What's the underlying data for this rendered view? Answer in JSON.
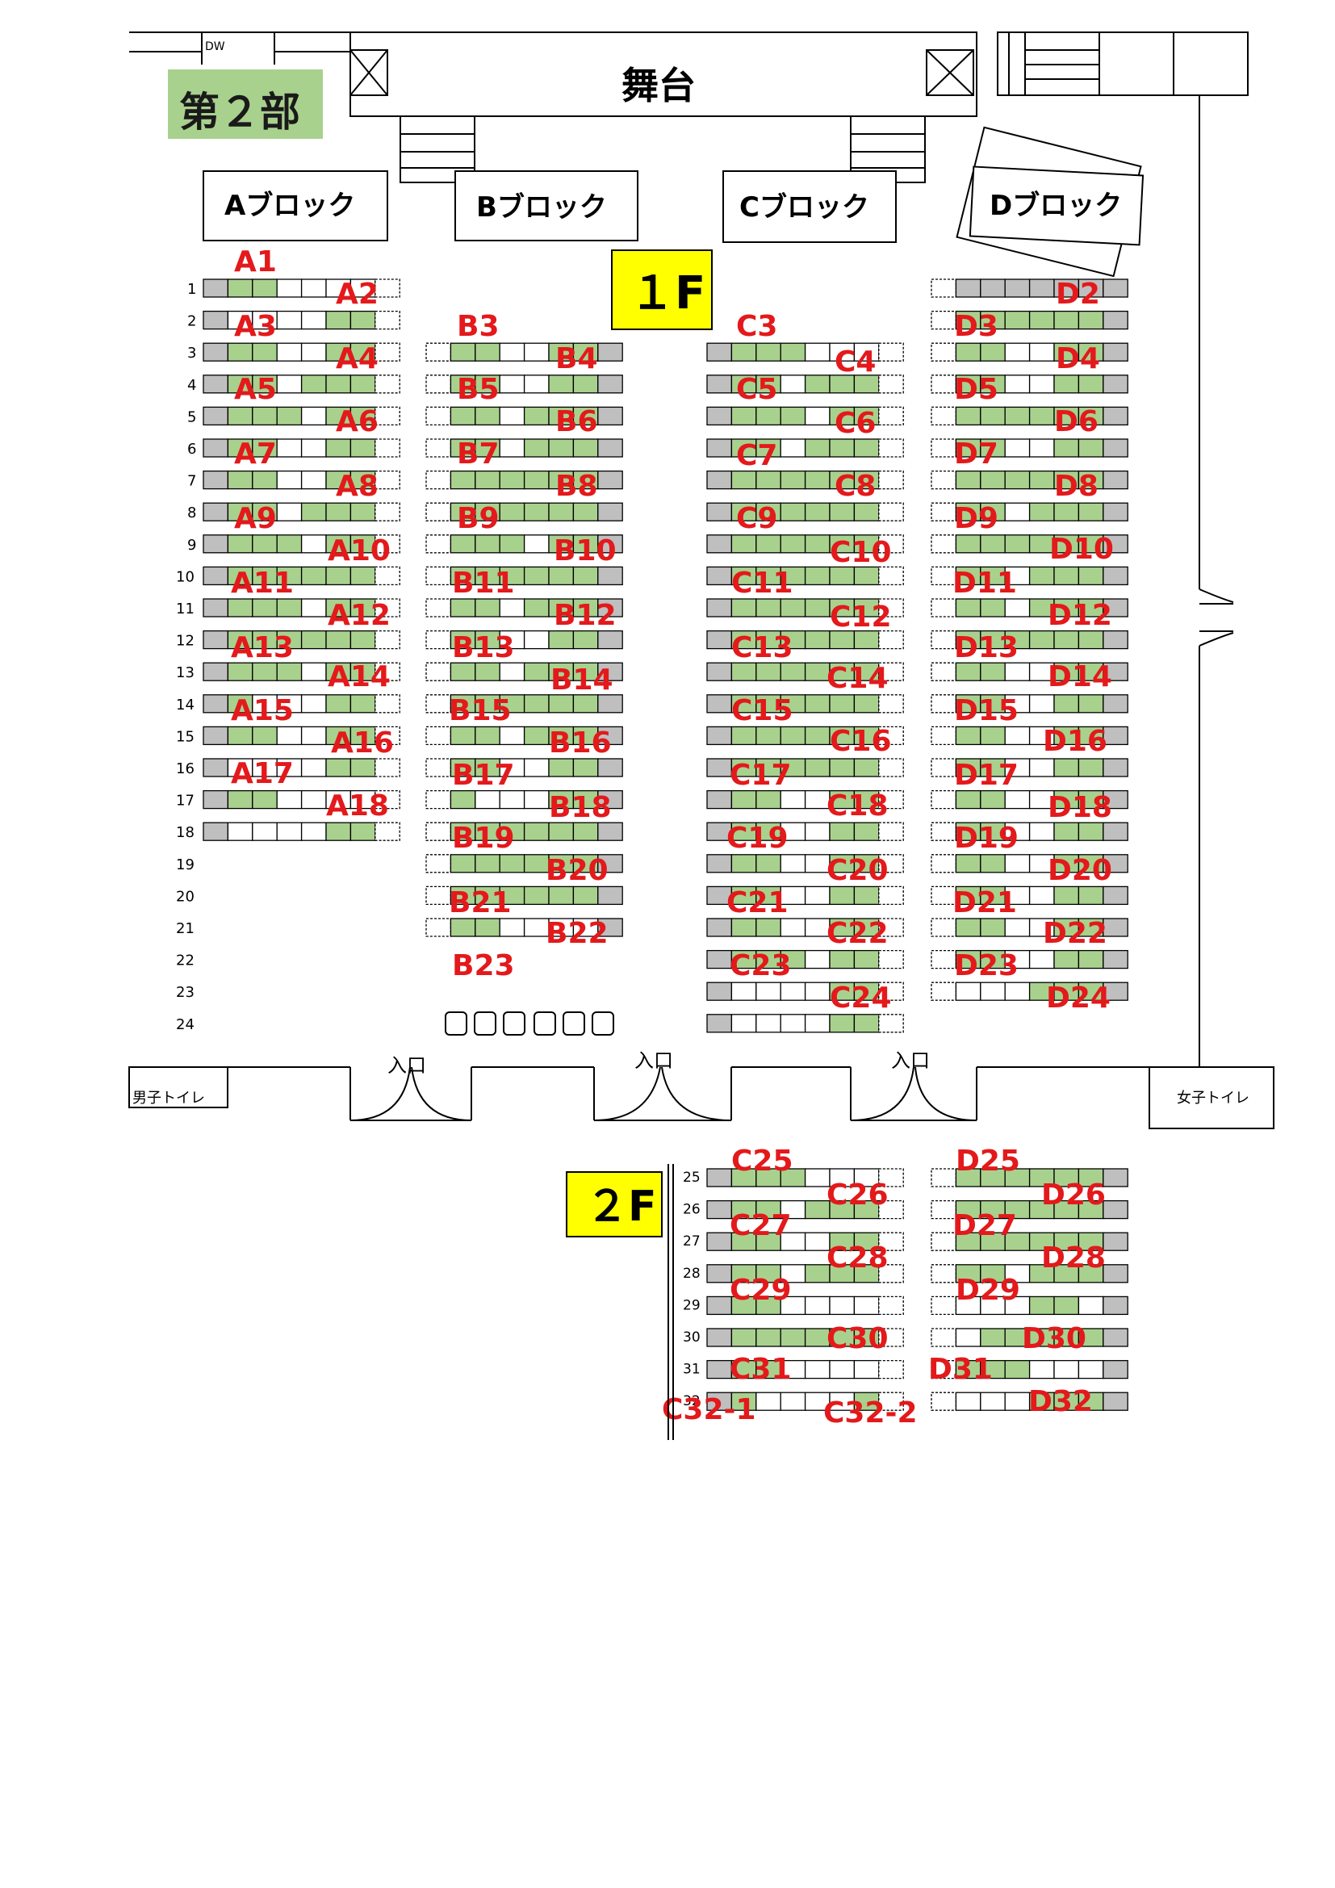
{
  "part_label": "第２部",
  "stage_label": "舞台",
  "dw_label": "DW",
  "block_labels": [
    "Aブロック",
    "Bブロック",
    "Cブロック",
    "Dブロック"
  ],
  "floor_labels": {
    "f1": "１F",
    "f2": "２F"
  },
  "entrance_label": "入口",
  "toilet_men": "男子トイレ",
  "toilet_women": "女子トイレ",
  "row_numbers_1f": [
    "1",
    "2",
    "3",
    "4",
    "5",
    "6",
    "7",
    "8",
    "9",
    "10",
    "11",
    "12",
    "13",
    "14",
    "15",
    "16",
    "17",
    "18",
    "19",
    "20",
    "21",
    "22",
    "23",
    "24"
  ],
  "row_numbers_2f": [
    "25",
    "26",
    "27",
    "28",
    "29",
    "30",
    "31",
    "32"
  ],
  "colors": {
    "reserved": "#a9d18e",
    "aisle": "#bfbfbf",
    "empty": "#ffffff",
    "label": "#e3191b",
    "floor_badge": "#ffff00",
    "part_badge": "#a9d18e"
  },
  "seat_labels": {
    "A": [
      "A1",
      "A2",
      "A3",
      "A4",
      "A5",
      "A6",
      "A7",
      "A8",
      "A9",
      "A10",
      "A11",
      "A12",
      "A13",
      "A14",
      "A15",
      "A16",
      "A17",
      "A18"
    ],
    "B": [
      "B3",
      "B4",
      "B5",
      "B6",
      "B7",
      "B8",
      "B9",
      "B10",
      "B11",
      "B12",
      "B13",
      "B14",
      "B15",
      "B16",
      "B17",
      "B18",
      "B19",
      "B20",
      "B21",
      "B22",
      "B23"
    ],
    "C": [
      "C3",
      "C4",
      "C5",
      "C6",
      "C7",
      "C8",
      "C9",
      "C10",
      "C11",
      "C12",
      "C13",
      "C14",
      "C15",
      "C16",
      "C17",
      "C18",
      "C19",
      "C20",
      "C21",
      "C22",
      "C23",
      "C24",
      "C25",
      "C26",
      "C27",
      "C28",
      "C29",
      "C30",
      "C31",
      "C32-1",
      "C32-2"
    ],
    "D": [
      "D2",
      "D3",
      "D4",
      "D5",
      "D6",
      "D7",
      "D8",
      "D9",
      "D10",
      "D11",
      "D12",
      "D13",
      "D14",
      "D15",
      "D16",
      "D17",
      "D18",
      "D19",
      "D20",
      "D21",
      "D22",
      "D23",
      "D24",
      "D25",
      "D26",
      "D27",
      "D28",
      "D29",
      "D30",
      "D31",
      "D32"
    ]
  },
  "seat_rows": {
    "A": [
      "GRRWWWWW",
      "GWWWWRRW",
      "GRRWWRRW",
      "GRRWRRRW",
      "GRRRWRRW",
      "GRRWWRRW",
      "GRRWWRRW",
      "GRRWRRRW",
      "GRRRWRRW",
      "GRRRRRRW",
      "GRRRWRRW",
      "GRRRRRRW",
      "GRRRWRRW",
      "GRWWWRRW",
      "GRRWWRRW",
      "GWWWWRRW",
      "GRRWWWWW",
      "GWWWWRRW"
    ],
    "B": [
      "WRRWWRRG",
      "WRRWWRRG",
      "WRRWRRRG",
      "WRRWRRRG",
      "WRRRRRRG",
      "WRRRRRRG",
      "WRRRWRRG",
      "WRRRRRRG",
      "WRRWRRRG",
      "WRRWWRRG",
      "WRRWRRRG",
      "WRRRRRRG",
      "WRRWRRRG",
      "WRRWWRRG",
      "WRWWWRRG",
      "WRRRRRRG",
      "WRRRRRRG",
      "WRRRRRRG",
      "WRRWWWWG"
    ],
    "C": [
      "GRRRWWWW",
      "GRRWRRRW",
      "GRRRWRRW",
      "GRRWRRRW",
      "GRRRRRRW",
      "GRRRRRRW",
      "GRRRRRRW",
      "GRRRRRRW",
      "GRRRRRRW",
      "GRRRRRRW",
      "GRRRRRRW",
      "GRRRRRRW",
      "GRRRRRRW",
      "GRRRRRRW",
      "GRRWWRRW",
      "GRRWWRRW",
      "GRRWWRRW",
      "GRRWWRRW",
      "GRRWWRRW",
      "GRRRWRRW",
      "GWWWWRRW",
      "GWWWWRRW"
    ],
    "D": [
      "WGGGGGGG",
      "WRRRRRRG",
      "WRRWWRRG",
      "WRRWWRRG",
      "WRRRRRRG",
      "WRRWWRRG",
      "WRRRRRRG",
      "WRRWRRRG",
      "WRRRRRRG",
      "WRRWRRRG",
      "WRRWRRRG",
      "WRRRRRRG",
      "WRRWWRRG",
      "WRRWWRRG",
      "WRRWWRRG",
      "WRRWWRRG",
      "WRRWWRRG",
      "WRRWWRRG",
      "WRRWWRRG",
      "WRRWWRRG",
      "WRRWWRRG",
      "WRRWWRRG",
      "WWWWRRRG"
    ],
    "C2": [
      "GRRRWWWW",
      "GRRWRRRW",
      "GRRWWRRW",
      "GRRWRRRW",
      "GRRWWWWW",
      "GRRRRRRW",
      "GRRWWWWW",
      "GRWWWWRW"
    ],
    "D2": [
      "WRRRRRRG",
      "WRRRRRRG",
      "WRRRRRRG",
      "WRRWRRRG",
      "WWWWRRWG",
      "WWRRRRRG",
      "WRRRWWWG",
      "WWWWRRRG"
    ]
  }
}
